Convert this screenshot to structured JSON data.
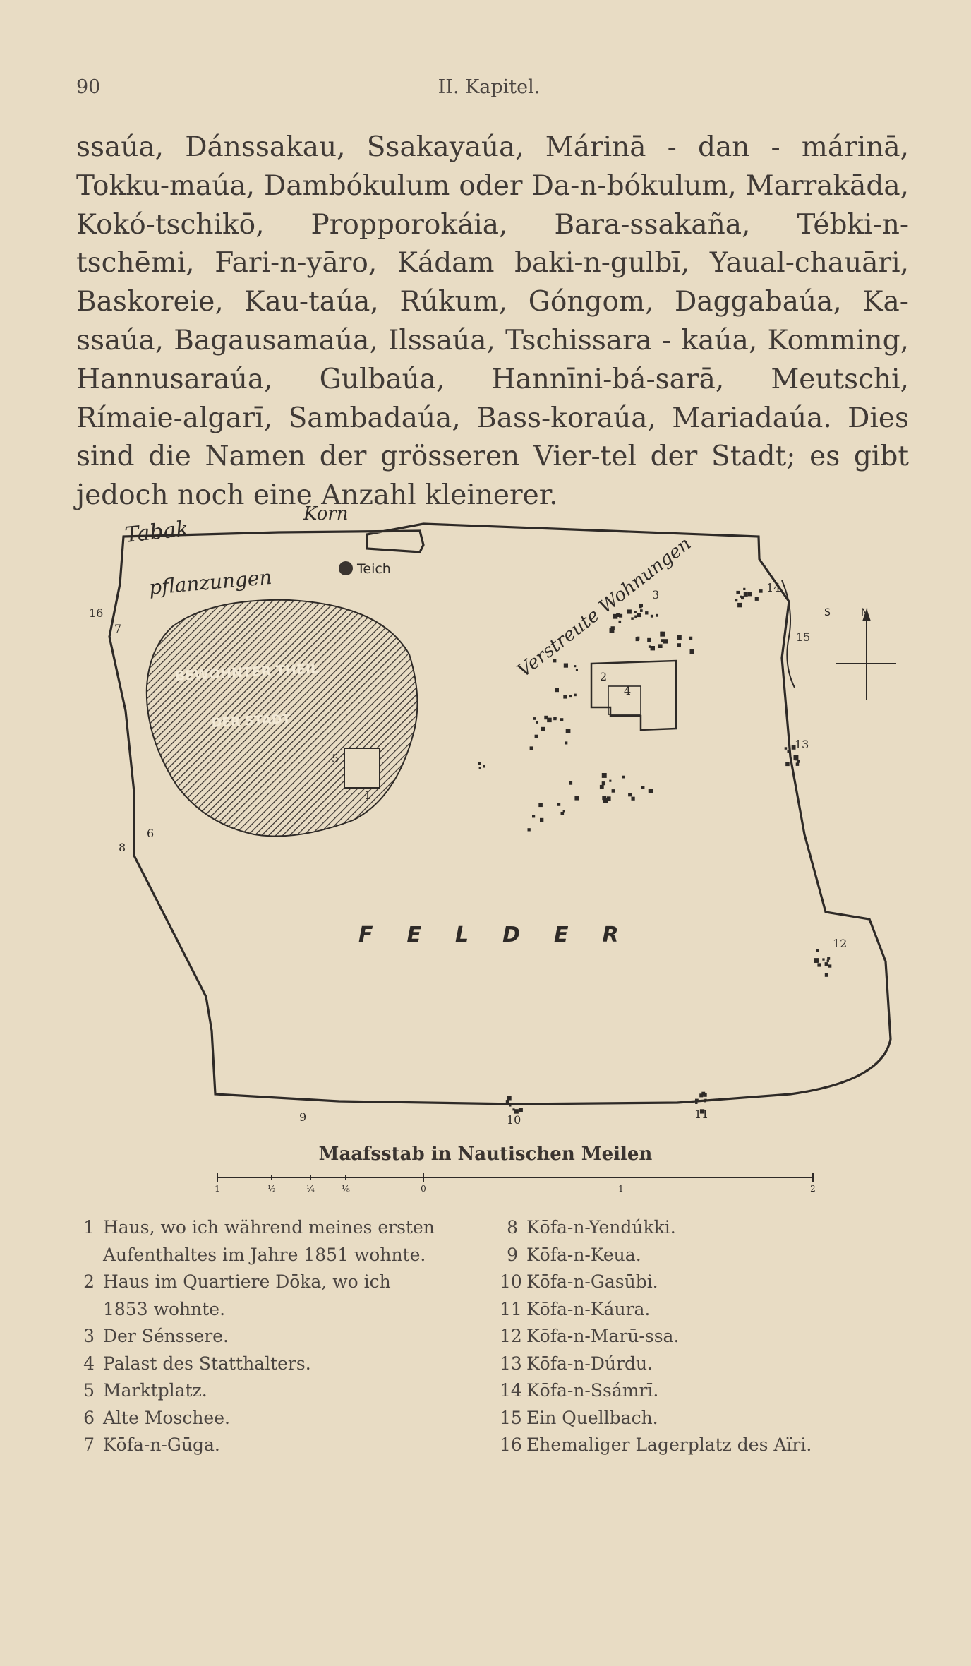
{
  "header": {
    "page_number": "90",
    "chapter": "II. Kapitel."
  },
  "body_text": "ssaúa, Dánssakau, Ssakayaúa, Márinā - dan - márinā, Tokku-maúa, Dambókulum oder Da-n-bókulum, Marrakāda, Kokó-tschikō, Propporokáia, Bara-ssakaña, Tébki-n-tschēmi, Fari-n-yāro, Kádam baki-n-gulbī, Yaual-chauāri, Baskoreie, Kau-taúa, Rúkum, Góngom, Daggabaúa, Ka-ssaúa, Bagausamaúa, Ilssaúa, Tschissara - kaúa, Komming, Hannusaraúa, Gulbaúa, Hannīni-bá-sarā, Meutschi, Rímaie-algarī, Sambadaúa, Bass-koraúa, Mariadaúa. Dies sind die Namen der grösseren Vier-tel der Stadt; es gibt jedoch noch eine Anzahl kleinerer.",
  "map": {
    "labels": {
      "tabak": "Tabak",
      "korn": "Korn",
      "pflanzungen": "pflanzungen",
      "teich": "Teich",
      "inhabited_1": "BEWOHNTER THEIL",
      "inhabited_2": "DER STADT",
      "scattered": "Verstreute Wohnungen",
      "fields": "FELDER",
      "north_a": "S",
      "north_b": "N"
    },
    "numbers": [
      "1",
      "2",
      "3",
      "4",
      "5",
      "6",
      "7",
      "8",
      "9",
      "10",
      "11",
      "12",
      "13",
      "14",
      "15",
      "16"
    ]
  },
  "scale": {
    "title": "Maafsstab in Nautischen Meilen",
    "ticks": [
      "1",
      "½",
      "¼",
      "⅛",
      "0",
      "1",
      "2"
    ]
  },
  "legend": {
    "left": [
      {
        "num": "1",
        "lines": [
          "Haus, wo ich während meines ersten",
          "Aufenthaltes im Jahre 1851 wohnte."
        ]
      },
      {
        "num": "2",
        "lines": [
          "Haus im Quartiere Dōka, wo ich",
          "1853 wohnte."
        ]
      },
      {
        "num": "3",
        "lines": [
          "Der Sénssere."
        ]
      },
      {
        "num": "4",
        "lines": [
          "Palast des Statthalters."
        ]
      },
      {
        "num": "5",
        "lines": [
          "Marktplatz."
        ]
      },
      {
        "num": "6",
        "lines": [
          "Alte Moschee."
        ]
      },
      {
        "num": "7",
        "lines": [
          "Kōfa-n-Gūga."
        ]
      }
    ],
    "right": [
      {
        "num": "8",
        "text": "Kōfa-n-Yendúkki."
      },
      {
        "num": "9",
        "text": "Kōfa-n-Keua."
      },
      {
        "num": "10",
        "text": "Kōfa-n-Gasūbi."
      },
      {
        "num": "11",
        "text": "Kōfa-n-Káura."
      },
      {
        "num": "12",
        "text": "Kōfa-n-Marū-ssa."
      },
      {
        "num": "13",
        "text": "Kōfa-n-Dúrdu."
      },
      {
        "num": "14",
        "text": "Kōfa-n-Ssámrī."
      },
      {
        "num": "15",
        "text": "Ein Quellbach."
      },
      {
        "num": "16",
        "text": "Ehemaliger Lagerplatz des Aïri."
      }
    ]
  }
}
